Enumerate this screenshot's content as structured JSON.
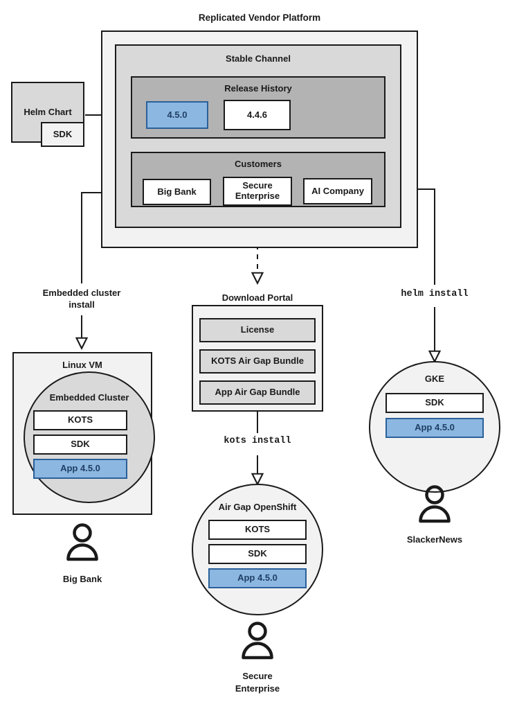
{
  "diagram": {
    "title": "Replicated Vendor Platform",
    "platform": {
      "channel_title": "Stable Channel",
      "release_history": {
        "title": "Release History",
        "releases": [
          {
            "version": "4.5.0",
            "state": "selected"
          },
          {
            "version": "4.4.6",
            "state": "default"
          }
        ]
      },
      "customers": {
        "title": "Customers",
        "items": [
          {
            "name": "Big Bank"
          },
          {
            "name": "Secure Enterprise"
          },
          {
            "name": "AI Company"
          }
        ]
      }
    },
    "source": {
      "name": "Helm Chart",
      "component": "SDK"
    },
    "download_portal": {
      "title": "Download Portal",
      "artifacts": [
        "License",
        "KOTS Air Gap Bundle",
        "App Air Gap Bundle"
      ]
    },
    "connectors": [
      {
        "name": "embedded-cluster-install",
        "label_line1": "Embedded cluster",
        "label_line2": "install"
      },
      {
        "name": "kots-install",
        "label": "kots install",
        "style": "mono"
      },
      {
        "name": "helm-install",
        "label": "helm install",
        "style": "mono"
      }
    ],
    "targets": [
      {
        "id": "linux-vm",
        "title": "Linux VM",
        "inner_title": "Embedded Cluster",
        "components": [
          "KOTS",
          "SDK"
        ],
        "app": "App 4.5.0",
        "customer": "Big Bank",
        "customer_line2": ""
      },
      {
        "id": "air-gap-openshift",
        "title": "Air Gap OpenShift",
        "inner_title": "",
        "components": [
          "KOTS",
          "SDK"
        ],
        "app": "App 4.5.0",
        "customer": "Secure",
        "customer_line2": "Enterprise"
      },
      {
        "id": "gke",
        "title": "GKE",
        "inner_title": "",
        "components": [
          "SDK"
        ],
        "app": "App 4.5.0",
        "customer": "SlackerNews",
        "customer_line2": ""
      }
    ],
    "colors": {
      "accent_blue_fill": "#8cb7e0",
      "accent_blue_border": "#2a6099",
      "accent_blue_text": "#1f3f66",
      "outline": "#1a1a1a",
      "shade_lightest": "#f2f2f2",
      "shade_light": "#d9d9d9",
      "shade_mid": "#b3b3b3"
    }
  }
}
